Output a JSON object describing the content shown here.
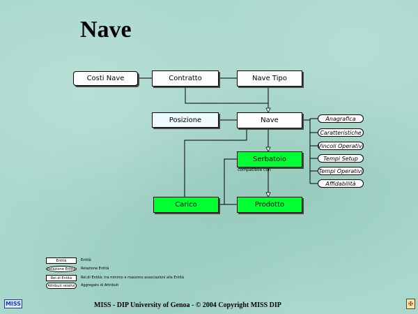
{
  "title": "Nave",
  "nodes": {
    "costi_nave": "Costi Nave",
    "contratto": "Contratto",
    "nave_tipo": "Nave Tipo",
    "posizione": "Posizione",
    "nave": "Nave",
    "serbatoio": "Serbatoio",
    "carico": "Carico",
    "prodotto": "Prodotto"
  },
  "attributes": [
    "Anagrafica",
    "Caratteristiche",
    "Vincoli Operativi",
    "Tempi Setup",
    "Tempi Operativi",
    "Affidabilità"
  ],
  "relation_label": "compatibile con",
  "legend": [
    {
      "shape": "Entità",
      "text": "Entità"
    },
    {
      "shape": "Relazione Entità",
      "text": "Relazione Entità"
    },
    {
      "shape": "Rel.di Entità",
      "text": "Rel.di Entità: tra minimo e massimo associazioni alle Entità"
    },
    {
      "shape": "Attributi relativi",
      "text": "Aggregato di Attributi"
    }
  ],
  "footer": "MISS - DIP University of Genoa  -  © 2004 Copyright MISS DIP",
  "logo_text": "MISS",
  "colors": {
    "background": "#a9d8cc",
    "green_entity": "#00ff33",
    "light_entity": "#eefaff"
  }
}
